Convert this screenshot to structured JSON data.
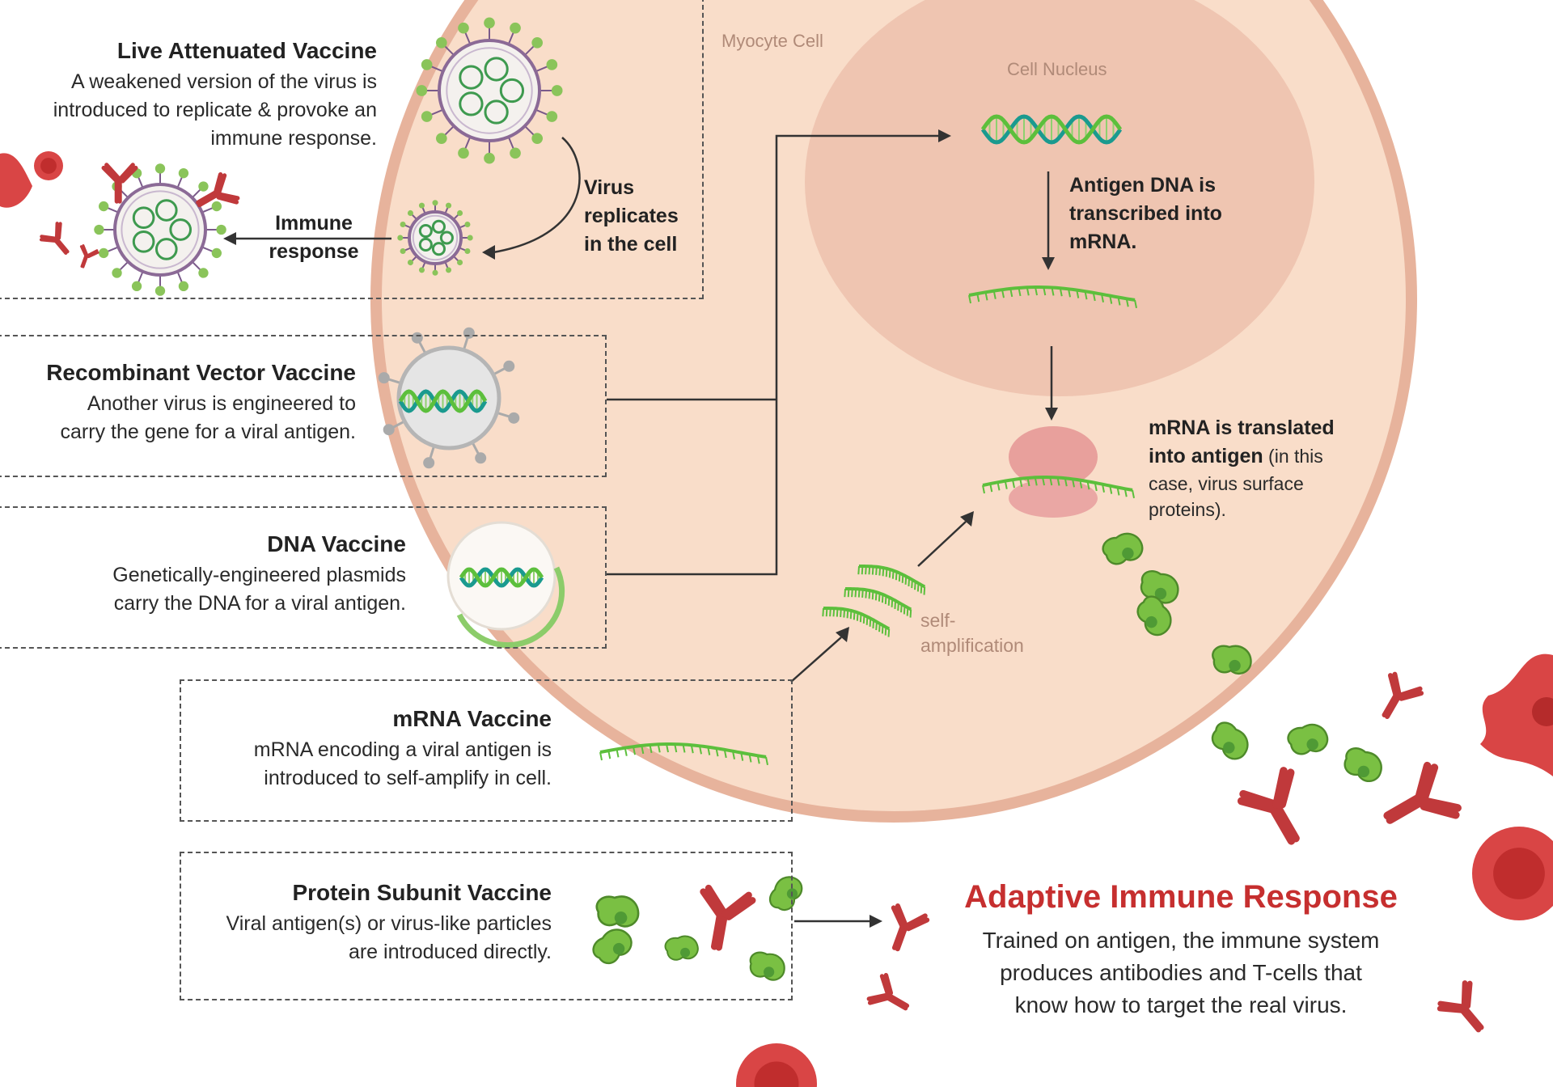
{
  "cell": {
    "myocyte_label": "Myocyte Cell",
    "nucleus_label": "Cell Nucleus"
  },
  "live_attenuated": {
    "title": "Live Attenuated Vaccine",
    "desc_lines": [
      "A weakened version of the virus is",
      "introduced to replicate & provoke an",
      "immune response."
    ],
    "replicates_lines": [
      "Virus",
      "replicates",
      "in the cell"
    ],
    "immune_lines": [
      "Immune",
      "response"
    ]
  },
  "recombinant": {
    "title": "Recombinant Vector Vaccine",
    "desc_lines": [
      "Another virus is engineered to",
      "carry the gene for a viral antigen."
    ]
  },
  "dna": {
    "title": "DNA Vaccine",
    "desc_lines": [
      "Genetically-engineered plasmids",
      "carry the DNA for a viral antigen."
    ]
  },
  "mrna": {
    "title": "mRNA Vaccine",
    "desc_lines": [
      "mRNA encoding a viral antigen is",
      "introduced to self-amplify in cell."
    ]
  },
  "protein": {
    "title": "Protein Subunit Vaccine",
    "desc_lines": [
      "Viral antigen(s) or virus-like particles",
      "are introduced directly."
    ]
  },
  "transcription_lines": [
    "Antigen DNA is",
    "transcribed into",
    "mRNA."
  ],
  "translation": {
    "bold_1": "mRNA is translated",
    "bold_2": "into antigen",
    "rest_2": " (in this",
    "line_3": "case, virus surface",
    "line_4": "proteins)."
  },
  "self_amp_lines": [
    "self-",
    "amplification"
  ],
  "adaptive": {
    "title": "Adaptive Immune Response",
    "desc_lines": [
      "Trained on antigen, the immune system",
      "produces antibodies and T-cells that",
      "know how to target the real virus."
    ]
  },
  "colors": {
    "cell_fill": "#f9ddc9",
    "cell_border": "#e7b39c",
    "nucleus_fill": "#efc5b1",
    "rna_green": "#5cbf3c",
    "dna_teal": "#1a9a8f",
    "antibody_red": "#c0393b",
    "ribosome_pink": "#e8a09c",
    "title_red": "#c62f2f"
  }
}
